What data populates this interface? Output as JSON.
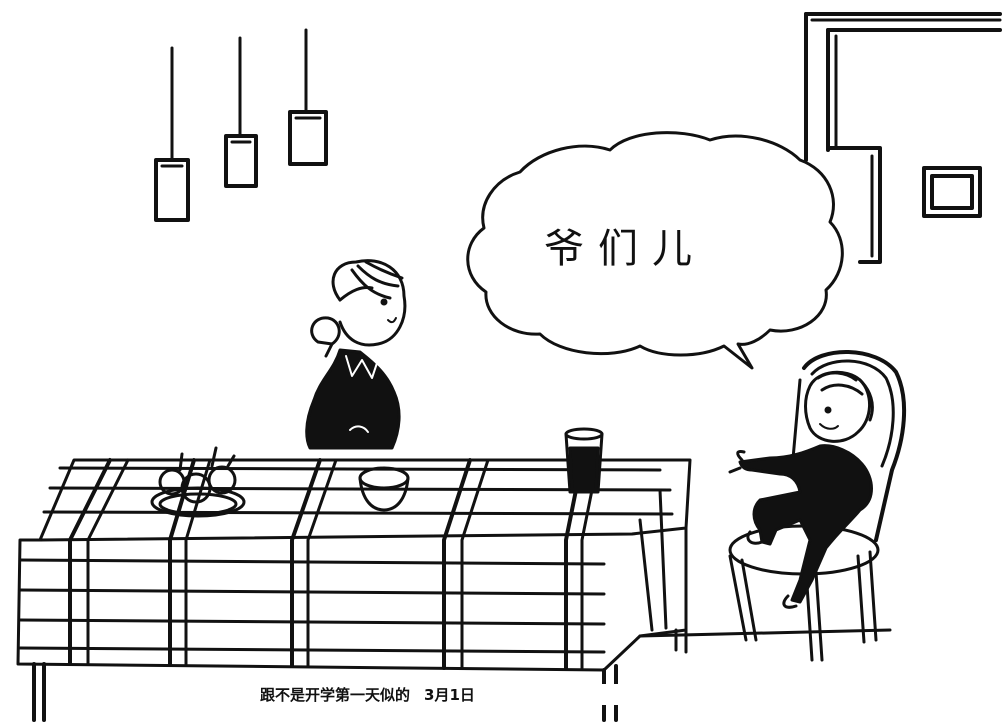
{
  "speech_bubble": {
    "text": "爷们儿"
  },
  "caption": {
    "text": "跟不是开学第一天似的",
    "date": "3月1日"
  },
  "colors": {
    "ink": "#111111",
    "paper": "#ffffff"
  }
}
